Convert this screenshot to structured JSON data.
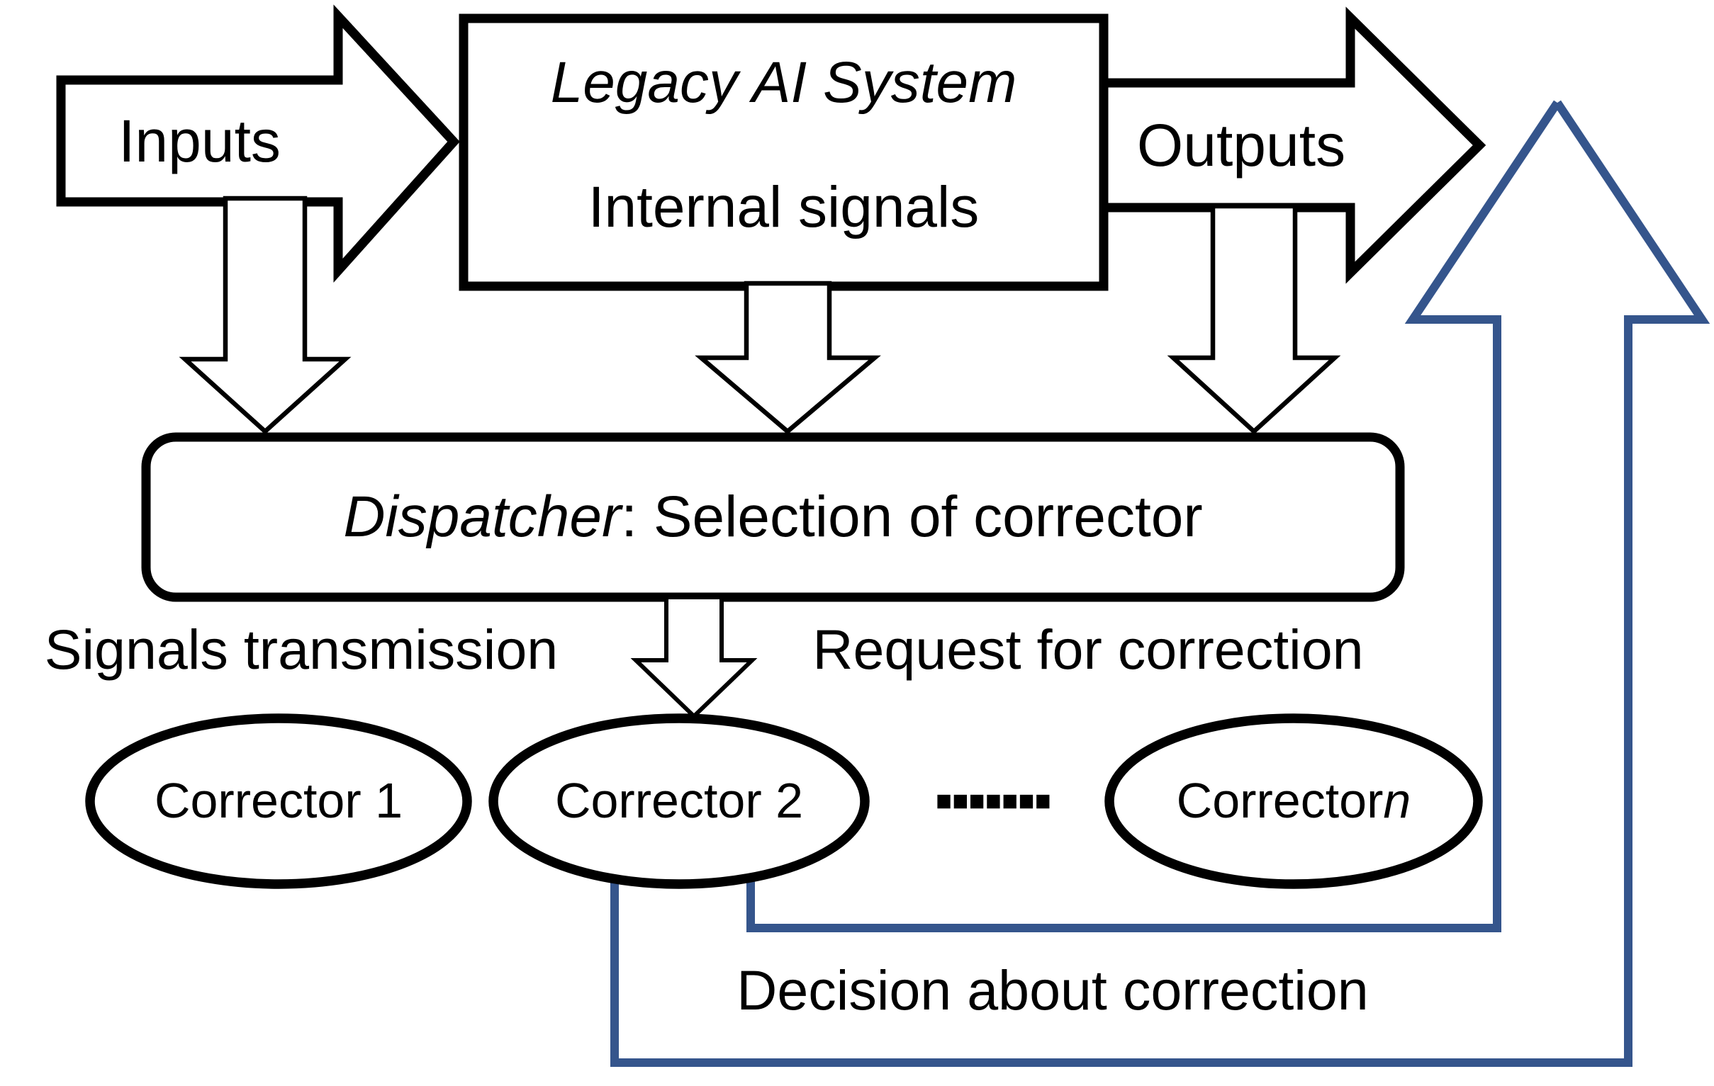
{
  "diagram": {
    "colors": {
      "line_black": "#000000",
      "accent_blue": "#35558C",
      "background": "#FFFFFF",
      "shape_fill": "#FFFFFF"
    },
    "inputs_arrow": {
      "label": "Inputs"
    },
    "legacy_box": {
      "title": "Legacy AI System",
      "subtitle": "Internal signals"
    },
    "outputs_arrow": {
      "label": "Outputs"
    },
    "dispatcher": {
      "label_italic": "Dispatcher",
      "label_rest": ": Selection of corrector"
    },
    "labels": {
      "signals_transmission": "Signals transmission",
      "request_for_correction": "Request for correction",
      "decision_about_correction": "Decision about correction"
    },
    "correctors": [
      {
        "label": "Corrector 1"
      },
      {
        "label": "Corrector 2"
      },
      {
        "label_prefix": "Corrector ",
        "label_italic": "n"
      }
    ],
    "ellipsis_dots": "·······"
  }
}
